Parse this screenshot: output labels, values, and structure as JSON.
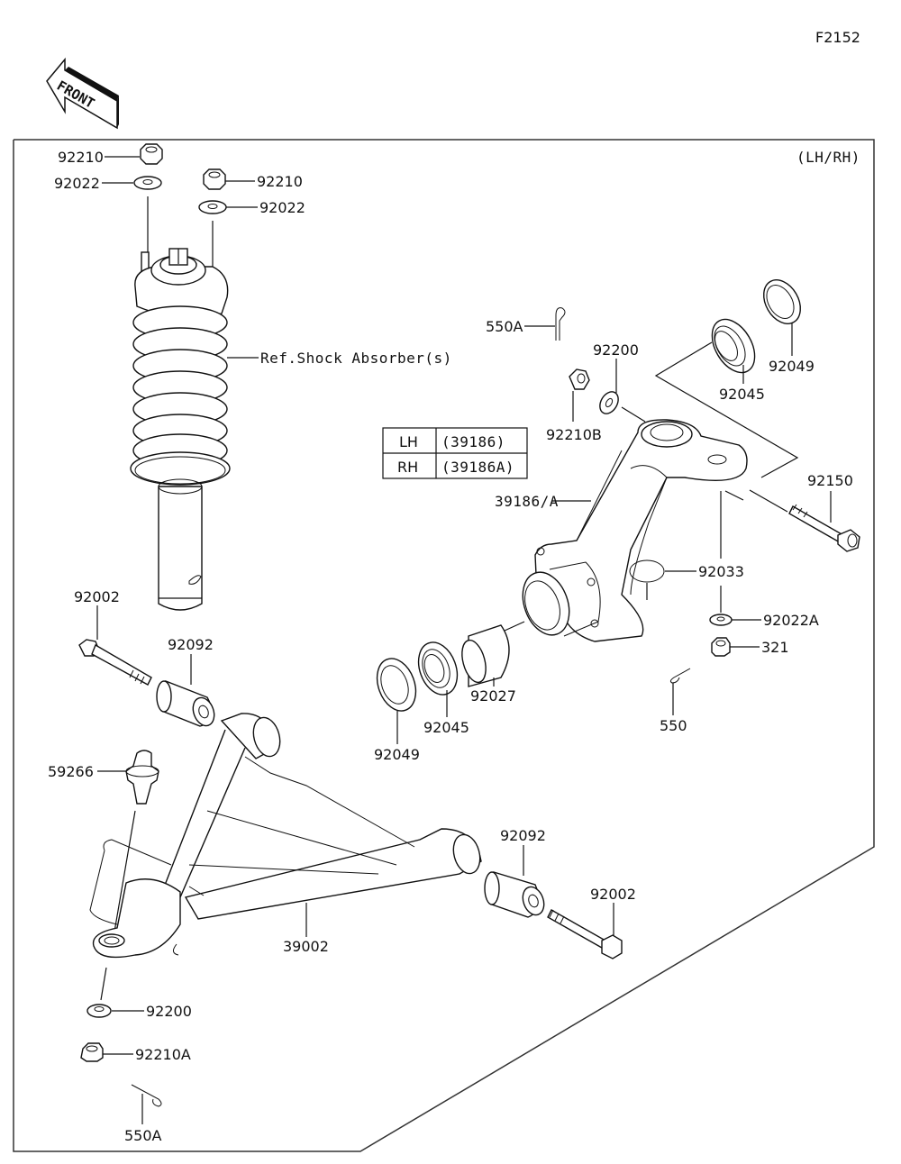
{
  "diagram": {
    "figure_code": "F2152",
    "side_note": "(LH/RH)",
    "front_arrow_text": "FRONT",
    "variant_table": {
      "rows": [
        {
          "side": "LH",
          "part": "(39186)"
        },
        {
          "side": "RH",
          "part": "(39186A)"
        }
      ]
    },
    "callouts": {
      "shock_nut_left": "92210",
      "shock_washer_left": "92022",
      "shock_nut_right": "92210",
      "shock_washer_right": "92022",
      "shock_absorber_ref": "Ref.Shock Absorber(s)",
      "cotter_pin_top": "550A",
      "washer_knuckle_top": "92200",
      "castle_nut_top": "92210B",
      "bearing_top": "92045",
      "seal_top": "92049",
      "knuckle": "39186/A",
      "bolt_knuckle": "92150",
      "circlip": "92033",
      "washer_small": "92022A",
      "castle_nut_small": "321",
      "cotter_pin_small": "550",
      "spacer": "92027",
      "bearing_bottom": "92045",
      "seal_bottom": "92049",
      "bolt_arm_left": "92002",
      "bushing_left": "92092",
      "ball_joint": "59266",
      "a_arm": "39002",
      "bushing_right": "92092",
      "bolt_arm_right": "92002",
      "washer_arm": "92200",
      "castle_nut_arm": "92210A",
      "cotter_pin_arm": "550A"
    }
  }
}
